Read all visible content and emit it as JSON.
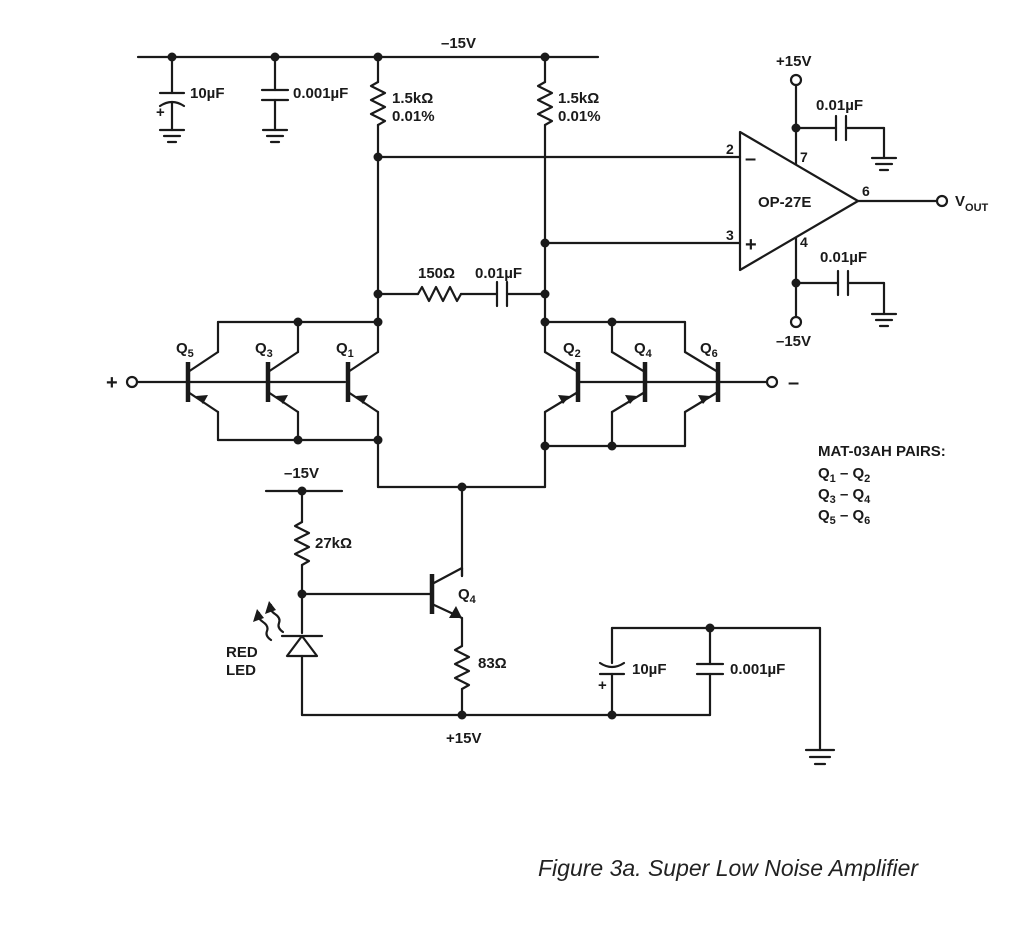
{
  "supplies": {
    "top_rail": "–15V",
    "opamp_pos": "+15V",
    "opamp_neg": "–15V",
    "bias_rail": "–15V",
    "bottom_rail": "+15V"
  },
  "components": {
    "c_top_1": "10µF",
    "c_top_2": "0.001µF",
    "r_load_left": "1.5kΩ",
    "r_load_left_tol": "0.01%",
    "r_load_right": "1.5kΩ",
    "r_load_right_tol": "0.01%",
    "r_comp": "150Ω",
    "c_comp": "0.01µF",
    "c_bypass_pos": "0.01µF",
    "c_bypass_neg": "0.01µF",
    "r_bias": "27kΩ",
    "r_emitter": "83Ω",
    "c_bot_1": "10µF",
    "c_bot_2": "0.001µF",
    "cap_polarity": "+"
  },
  "opamp": {
    "label": "OP-27E",
    "pin_inv": "2",
    "pin_noninv": "3",
    "pin_vpos": "7",
    "pin_vneg": "4",
    "pin_out": "6",
    "sym_minus": "–",
    "sym_plus": "+"
  },
  "output": {
    "main": "V",
    "sub": "OUT"
  },
  "inputs": {
    "plus": "+",
    "minus": "–"
  },
  "transistors": {
    "q5": {
      "main": "Q",
      "sub": "5"
    },
    "q3": {
      "main": "Q",
      "sub": "3"
    },
    "q1": {
      "main": "Q",
      "sub": "1"
    },
    "q2": {
      "main": "Q",
      "sub": "2"
    },
    "q4": {
      "main": "Q",
      "sub": "4"
    },
    "q6": {
      "main": "Q",
      "sub": "6"
    },
    "q4_bias": {
      "main": "Q",
      "sub": "4"
    }
  },
  "led": {
    "line1": "RED",
    "line2": "LED"
  },
  "pairs": {
    "title": "MAT-03AH PAIRS:",
    "rows": [
      {
        "a": "Q",
        "a_sub": "1",
        "sep": " – ",
        "b": "Q",
        "b_sub": "2"
      },
      {
        "a": "Q",
        "a_sub": "3",
        "sep": " – ",
        "b": "Q",
        "b_sub": "4"
      },
      {
        "a": "Q",
        "a_sub": "5",
        "sep": " – ",
        "b": "Q",
        "b_sub": "6"
      }
    ]
  },
  "caption": "Figure 3a.  Super Low Noise Amplifier"
}
